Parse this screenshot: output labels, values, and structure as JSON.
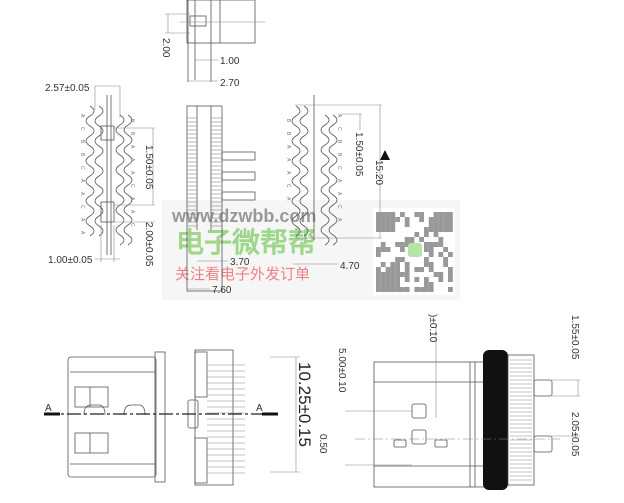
{
  "top_view": {
    "dim_height": "2.00",
    "dim_pitch": "1.00",
    "dim_width": "2.70"
  },
  "left_view": {
    "dim_offset": "2.57±0.05",
    "dim_pitch_1": "1.50±0.05",
    "dim_pitch_2": "2.00±0.05",
    "dim_width": "1.00±0.05",
    "left_pin_letters": [
      "A",
      "C",
      "B",
      "B",
      "C",
      "A",
      "A",
      "C",
      "A",
      "A"
    ],
    "right_pin_letters": [
      "B",
      "B",
      "A",
      "A",
      "A",
      "C",
      "A",
      "A",
      "C"
    ]
  },
  "middle_view": {
    "dim_inner": "3.70",
    "dim_outer": "7.60"
  },
  "right_view": {
    "dim_pitch": "1.50±0.05",
    "dim_length": "15.20",
    "dim_width": "4.70",
    "left_pin_letters": [
      "B",
      "B",
      "A",
      "A",
      "A",
      "C",
      "A"
    ],
    "right_pin_letters": [
      "A",
      "C",
      "B",
      "B",
      "C",
      "A",
      "A",
      "C",
      "A"
    ]
  },
  "watermark": {
    "url": "www.dzwbb.com",
    "brand": "电子微帮帮",
    "slogan": "关注看电子外发订单",
    "brand_color": "#9ed68a",
    "slogan_color": "#f08080"
  },
  "bottom_left_view": {
    "section_label_left": "A",
    "section_label_right": "A",
    "dim_width": "10.25±0.15",
    "dim_partial": "0.50"
  },
  "bottom_right_view": {
    "dim_height": "5.00±0.10",
    "dim_partial": ")±0.10",
    "dim_pin_1": "1.55±0.05",
    "dim_pin_2": "2.05±0.05"
  }
}
